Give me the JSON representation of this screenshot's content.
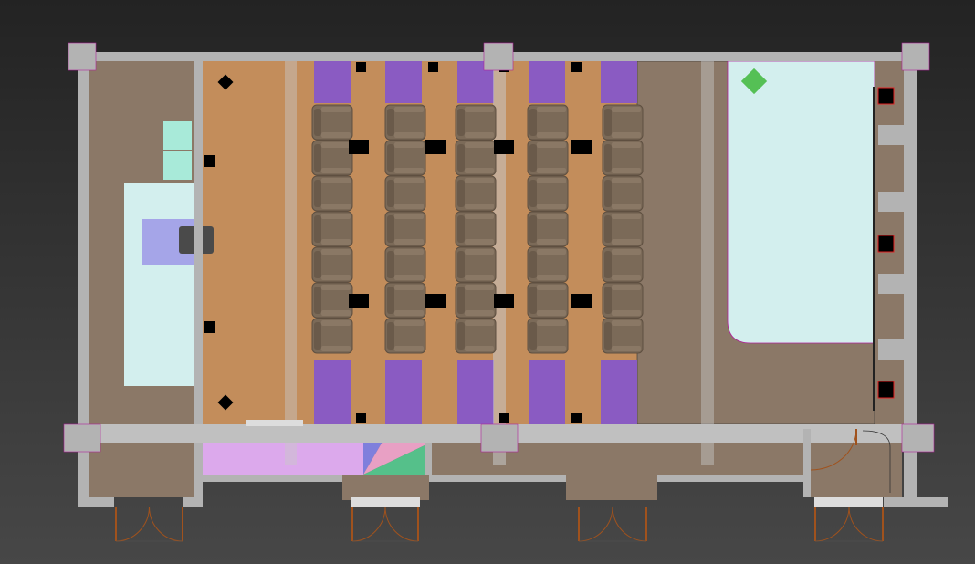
{
  "viewport": {
    "type": "top-view floor plan",
    "background_top": "#232323",
    "background_bottom": "#474747"
  },
  "colors": {
    "wall": "#b3b3b3",
    "wall_light": "#c8c8c8",
    "floor_brown": "#8b7867",
    "floor_wood": "#c38d5b",
    "aisle_purple": "#8a5bc2",
    "seat": "#7b6a58",
    "seat_edge": "#5e4f40",
    "stage_cyan": "#d3efee",
    "screen_lavender": "#a5a5e8",
    "mint": "#a8ead9",
    "pink_room": "#dca9ec",
    "green_marker": "#55c055",
    "door_arc": "#a0521d",
    "outline_magenta": "#b0209a"
  },
  "seating": {
    "columns": 5,
    "rows_per_column": 7
  },
  "icons": [
    "armchair-icon",
    "speaker-icon",
    "door-swing-icon",
    "column-icon",
    "marker-diamond-icon"
  ]
}
